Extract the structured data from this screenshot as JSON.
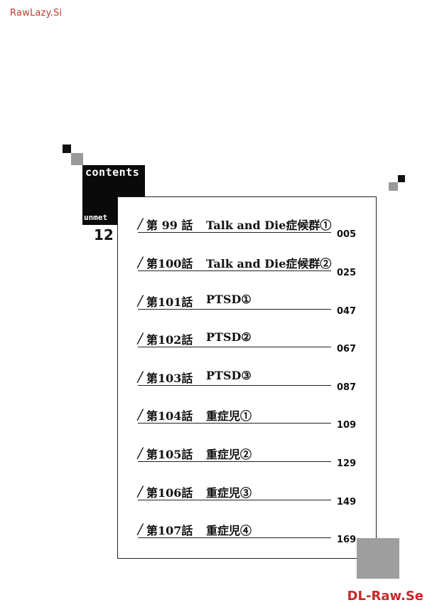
{
  "watermarks": {
    "top": "RawLazy.Si",
    "bottom": "DL-Raw.Se"
  },
  "header": {
    "contents_label": "contents",
    "series_label": "unmet",
    "volume_number": "12"
  },
  "toc": [
    {
      "chapter": "第 99 話",
      "title": "Talk and Die症候群①",
      "page": "005"
    },
    {
      "chapter": "第100話",
      "title": "Talk and Die症候群②",
      "page": "025"
    },
    {
      "chapter": "第101話",
      "title": "PTSD①",
      "page": "047"
    },
    {
      "chapter": "第102話",
      "title": "PTSD②",
      "page": "067"
    },
    {
      "chapter": "第103話",
      "title": "PTSD③",
      "page": "087"
    },
    {
      "chapter": "第104話",
      "title": "重症児①",
      "page": "109"
    },
    {
      "chapter": "第105話",
      "title": "重症児②",
      "page": "129"
    },
    {
      "chapter": "第106話",
      "title": "重症児③",
      "page": "149"
    },
    {
      "chapter": "第107話",
      "title": "重症児④",
      "page": "169"
    }
  ],
  "slash_glyph": "/"
}
